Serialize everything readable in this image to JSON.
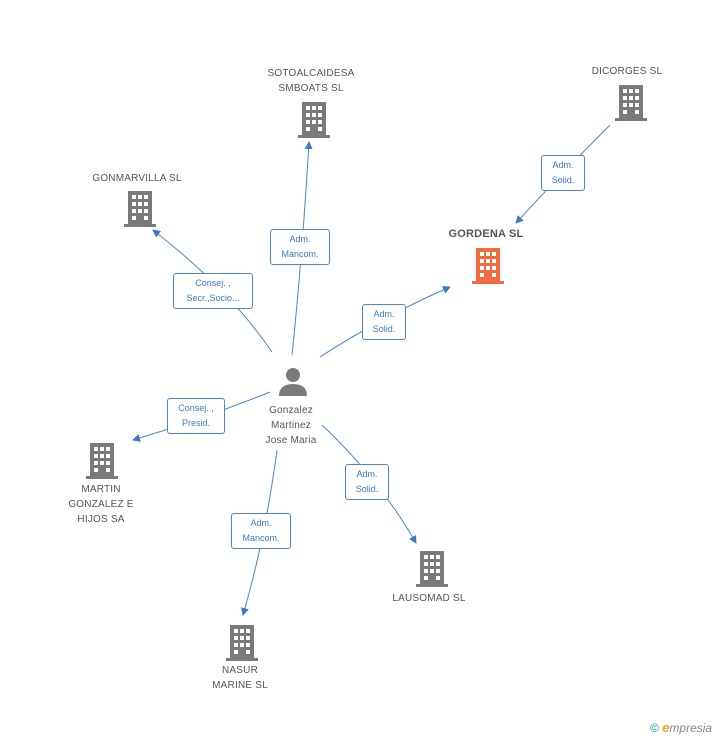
{
  "colors": {
    "edge": "#4a86d4",
    "building": "#7a7a7a",
    "building_focus": "#f26a3d",
    "person": "#7a7a7a"
  },
  "nodes": {
    "person": {
      "name": "Gonzalez\nMartinez\nJose Maria"
    },
    "sotoalcaidesa": {
      "name": "SOTOALCAIDESA\nSMBOATS  SL"
    },
    "dicorges": {
      "name": "DICORGES  SL"
    },
    "gonmarvilla": {
      "name": "GONMARVILLA SL"
    },
    "gordena": {
      "name": "GORDENA SL"
    },
    "martin": {
      "name": "MARTIN\nGONZALEZ E\nHIJOS SA"
    },
    "lausomad": {
      "name": "LAUSOMAD  SL"
    },
    "nasur": {
      "name": "NASUR\nMARINE  SL"
    }
  },
  "relations": {
    "to_sotoalcaidesa": "Adm.\nMancom.",
    "dicorges_to_gordena": "Adm.\nSolid.",
    "to_gonmarvilla": "Consej. ,\nSecr.,Socio...",
    "to_gordena": "Adm.\nSolid.",
    "to_martin": "Consej. ,\nPresid.",
    "to_lausomad": "Adm.\nSolid.",
    "to_nasur": "Adm.\nMancom."
  },
  "brand": {
    "copyright": "©",
    "e": "e",
    "rest": "mpresia"
  }
}
